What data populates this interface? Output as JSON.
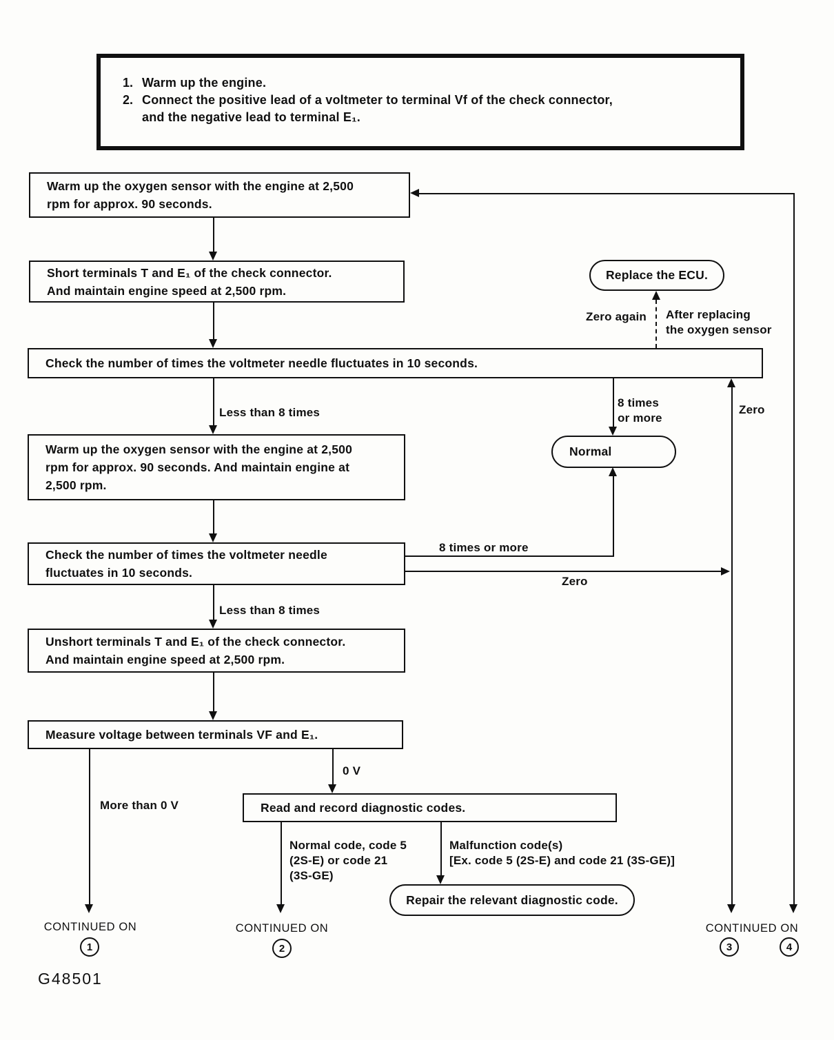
{
  "figure_id": "G48501",
  "palette": {
    "ink": "#101010",
    "paper": "#fdfdfb"
  },
  "instructions": {
    "items": [
      {
        "num": "1.",
        "text": "Warm up the engine."
      },
      {
        "num": "2.",
        "text": "Connect the positive lead of a voltmeter to terminal Vf of the check connector,\nand the negative lead to terminal E₁."
      }
    ]
  },
  "boxes": {
    "warm_up_sensor": "Warm up the oxygen sensor with the engine at 2,500\nrpm for approx. 90 seconds.",
    "short_terminals": "Short terminals T and E₁ of the check connector.\nAnd maintain engine speed at 2,500 rpm.",
    "check_fluctuation_1": "Check the number of times the voltmeter needle fluctuates in 10 seconds.",
    "warm_up_maintain": "Warm up the oxygen sensor with the engine at 2,500\nrpm for approx. 90 seconds.  And maintain engine at\n2,500 rpm.",
    "check_fluctuation_2": "Check the number of times the voltmeter needle\nfluctuates in 10 seconds.",
    "unshort_terminals": "Unshort terminals T and E₁ of the check connector.\nAnd maintain engine speed at 2,500 rpm.",
    "measure_voltage": "Measure voltage between terminals VF and E₁.",
    "read_codes": "Read and record diagnostic codes."
  },
  "terminals": {
    "replace_ecu": "Replace the ECU.",
    "normal": "Normal",
    "repair_code": "Repair the relevant diagnostic code."
  },
  "edge_labels": {
    "less_than_8_first": "Less than 8 times",
    "less_than_8_second": "Less than 8 times",
    "eight_or_more_stacked": "8 times\nor more",
    "eight_or_more_inline": "8 times or more",
    "zero_right_line": "Zero",
    "zero_recheck": "Zero",
    "zero_again": "Zero again",
    "after_replacing": "After replacing\nthe oxygen sensor",
    "more_than_0v": "More than 0 V",
    "zero_v": "0 V",
    "normal_code": "Normal code, code 5\n(2S-E) or code 21\n(3S-GE)",
    "malfunction_code": "Malfunction code(s)\n[Ex. code 5 (2S-E) and code 21 (3S-GE)]"
  },
  "continued": {
    "label": "CONTINUED ON",
    "pages": [
      "1",
      "2",
      "3",
      "4"
    ]
  }
}
